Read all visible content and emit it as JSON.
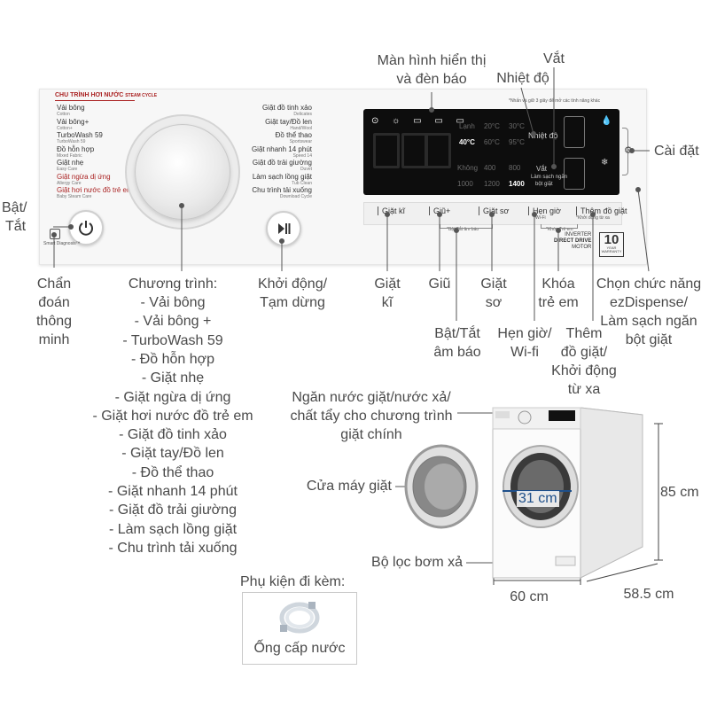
{
  "callouts": {
    "display": [
      "Màn hình hiển thị",
      "và đèn báo"
    ],
    "spin": "Vắt",
    "temp": "Nhiệt độ",
    "settings": "Cài đặt",
    "power": [
      "Bật/",
      "Tắt"
    ],
    "smart": [
      "Chẩn",
      "đoán",
      "thông",
      "minh"
    ],
    "program_title": "Chương trình:",
    "programs": [
      "- Vải bông",
      "- Vải bông +",
      "- TurboWash 59",
      "- Đồ hỗn hợp",
      "- Giặt nhẹ",
      "- Giặt ngừa dị ứng",
      "- Giặt hơi nước đồ trẻ em",
      "- Giặt đồ tinh xảo",
      "- Giặt tay/Đồ len",
      "- Đồ thể thao",
      "- Giặt nhanh 14 phút",
      "- Giặt đồ trải giường",
      "- Làm sạch lồng giặt",
      "- Chu trình tải xuống"
    ],
    "start": [
      "Khởi động/",
      "Tạm dừng"
    ],
    "wash": [
      "Giặt",
      "kĩ"
    ],
    "rinse": "Giũ",
    "prewash": [
      "Giặt",
      "sơ"
    ],
    "childlock": [
      "Khóa",
      "trẻ em"
    ],
    "ezdispense": [
      "Chọn chức năng",
      "ezDispense/",
      "Làm sạch ngăn",
      "bột giặt"
    ],
    "beep": [
      "Bật/Tắt",
      "âm báo"
    ],
    "timer": [
      "Hẹn giờ/",
      "Wi-fi"
    ],
    "addwash": [
      "Thêm",
      "đồ giặt/",
      "Khởi động",
      "từ xa"
    ],
    "drawer": [
      "Ngăn nước giặt/nước xả/",
      "chất tẩy cho chương trình",
      "giặt chính"
    ],
    "door": "Cửa máy giặt",
    "filter": "Bộ lọc bơm xả",
    "door_size": "31 cm",
    "height": "85 cm",
    "width": "60 cm",
    "depth": "58.5 cm",
    "accessory_title": "Phụ kiện đi kèm:",
    "accessory": "Ống cấp nước"
  },
  "panel": {
    "header": "CHU TRÌNH HƠI NƯỚC",
    "header_en": "STEAM CYCLE",
    "note": "*Nhấn và giữ 3 giây để mở các tính năng khác",
    "left_programs": [
      {
        "vi": "Vải bông",
        "en": "Cotton"
      },
      {
        "vi": "Vải bông+",
        "en": "Cotton+"
      },
      {
        "vi": "TurboWash 59",
        "en": "TurboWash 59"
      },
      {
        "vi": "Đồ hỗn hợp",
        "en": "Mixed Fabric"
      },
      {
        "vi": "Giặt nhẹ",
        "en": "Easy Care"
      },
      {
        "vi": "Giặt ngừa dị ứng",
        "en": "Allergy Care"
      },
      {
        "vi": "Giặt hơi nước đồ trẻ em",
        "en": "Baby Steam Care"
      }
    ],
    "right_programs": [
      {
        "vi": "Giặt đồ tinh xảo",
        "en": "Delicates"
      },
      {
        "vi": "Giặt tay/Đồ len",
        "en": "Hand/Wool"
      },
      {
        "vi": "Đồ thể thao",
        "en": "Sportswear"
      },
      {
        "vi": "Giặt nhanh 14 phút",
        "en": "Speed 14"
      },
      {
        "vi": "Giặt đồ trải giường",
        "en": "Duvet"
      },
      {
        "vi": "Làm sạch lồng giặt",
        "en": "Tub Clean"
      },
      {
        "vi": "Chu trình tải xuống",
        "en": "Download Cycle"
      }
    ],
    "smart_diag": "Smart Diagnosis™",
    "temps": [
      "Lạnh",
      "20°C",
      "30°C",
      "40°C",
      "60°C",
      "95°C"
    ],
    "spins": [
      "Không",
      "400",
      "800",
      "1000",
      "1200",
      "1400"
    ],
    "lcd_temp": "Nhiệt độ",
    "lcd_spin": "Vắt",
    "lcd_clean": [
      "Làm sạch ngăn",
      "bột giặt"
    ],
    "buttons": [
      "Giặt kĩ",
      "Giũ+",
      "Giặt sơ",
      "Hẹn giờ",
      "Thêm đồ giặt"
    ],
    "sub_wifi": "*Wi-Fi",
    "sub_remote": "*Khởi động từ xa",
    "sub_beep": "*Bật/Tắt âm báo",
    "sub_lock": "*Khóa Trẻ em",
    "brand_inverter": "INVERTER",
    "brand_dd": "DIRECT DRIVE",
    "brand_motor": "MOTOR",
    "warranty": "10",
    "warranty_sub": "YEAR",
    "warranty_sub2": "WARRANTY"
  },
  "colors": {
    "label": "#4a4a4a",
    "dimension": "#1e4f8a",
    "accent_red": "#a22222",
    "lcd": "#0d0d0d"
  }
}
